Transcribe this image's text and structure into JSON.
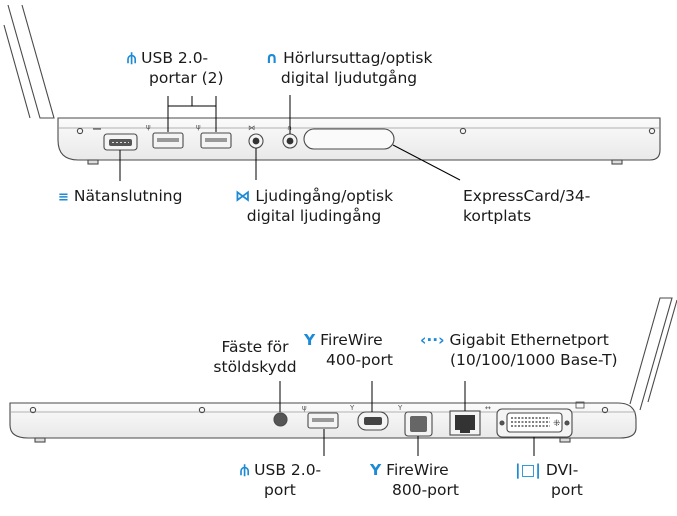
{
  "top": {
    "usb": {
      "line1": "USB 2.0-",
      "line2": "portar (2)"
    },
    "headphone": {
      "line1": "Hörlursuttag/optisk",
      "line2": "digital ljudutgång"
    },
    "power": {
      "text": "Nätanslutning"
    },
    "audio_in": {
      "line1": "Ljudingång/optisk",
      "line2": "digital ljudingång"
    },
    "expresscard": {
      "line1": "ExpressCard/34-",
      "line2": "kortplats"
    }
  },
  "bottom": {
    "lock": {
      "line1": "Fäste för",
      "line2": "stöldskydd"
    },
    "fw400": {
      "line1": "FireWire",
      "line2": "400-port"
    },
    "ethernet": {
      "line1": "Gigabit Ethernetport",
      "line2": "(10/100/1000 Base-T)"
    },
    "usb": {
      "line1": "USB 2.0-",
      "line2": "port"
    },
    "fw800": {
      "line1": "FireWire",
      "line2": "800-port"
    },
    "dvi": {
      "line1": "DVI-",
      "line2": "port"
    }
  },
  "icons": {
    "usb": "usb-icon",
    "headphone": "headphone-icon",
    "power": "power-adapter-icon",
    "audio_in": "audio-in-icon",
    "firewire": "firewire-icon",
    "ethernet": "ethernet-icon",
    "dvi": "dvi-icon"
  },
  "colors": {
    "accent": "#1d8ad6",
    "outline": "#4a4a4a",
    "leader": "#000000"
  }
}
